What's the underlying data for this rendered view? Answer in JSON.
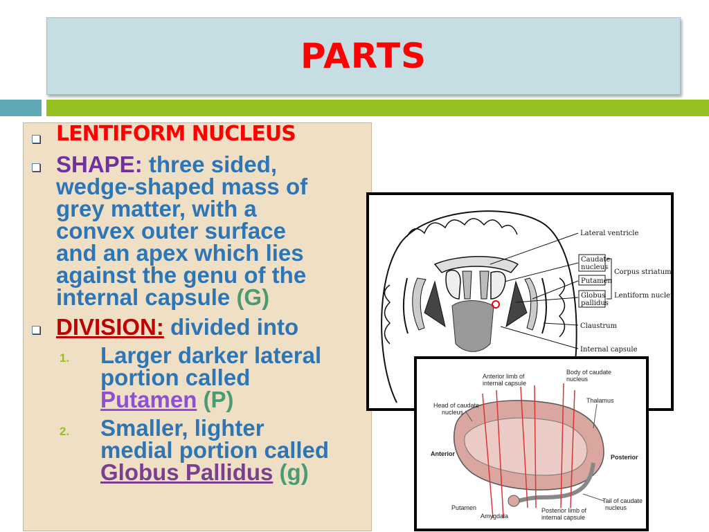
{
  "slide": {
    "title": "PARTS"
  },
  "content": {
    "heading": "Lentiform nucleus",
    "shape_label": "SHAPE:",
    "shape_lines": [
      "three sided,",
      "wedge-shaped mass of",
      "grey matter, with a",
      "convex outer surface",
      "and an apex which lies",
      "against the genu of the",
      "internal capsule"
    ],
    "shape_tag": "(G)",
    "division_label": "DIVISION:",
    "division_text": "divided into",
    "items": [
      {
        "number": "1.",
        "lines": [
          "Larger darker lateral",
          "portion called"
        ],
        "term": "Putamen",
        "tag": "(P)"
      },
      {
        "number": "2.",
        "lines": [
          "Smaller, lighter",
          "medial portion called"
        ],
        "term": "Globus Pallidus",
        "tag": "(g)"
      }
    ]
  },
  "figure1": {
    "labels": {
      "lateral_ventricle": "Lateral ventricle",
      "caudate_nucleus_1": "Caudate",
      "caudate_nucleus_2": "nucleus",
      "corpus_striatum": "Corpus striatum",
      "putamen": "Putamen",
      "lentiform_nucleus": "Lentiform nucleus",
      "globus_pallidus_1": "Globus",
      "globus_pallidus_2": "pallidus",
      "claustrum": "Claustrum",
      "internal_capsule": "Internal capsule"
    }
  },
  "figure2": {
    "labels": {
      "anterior_limb_1": "Anterior limb of",
      "anterior_limb_2": "internal capsule",
      "body_caudate_1": "Body of caudate",
      "body_caudate_2": "nucleus",
      "head_caudate_1": "Head of caudate",
      "head_caudate_2": "nucleus",
      "thalamus": "Thalamus",
      "anterior": "Anterior",
      "posterior": "Posterior",
      "tail_caudate_1": "Tail of caudate",
      "tail_caudate_2": "nucleus",
      "putamen": "Putamen",
      "amygdala": "Amygdala",
      "posterior_limb_1": "Posterior limb of",
      "posterior_limb_2": "internal capsule"
    }
  },
  "colors": {
    "title_red": "#ff0000",
    "body_blue": "#2e75b6",
    "number_green": "#94c11f",
    "band_teal": "#5ea9b5",
    "band_green": "#94c11f",
    "panel_bg": "#efe0c5"
  }
}
